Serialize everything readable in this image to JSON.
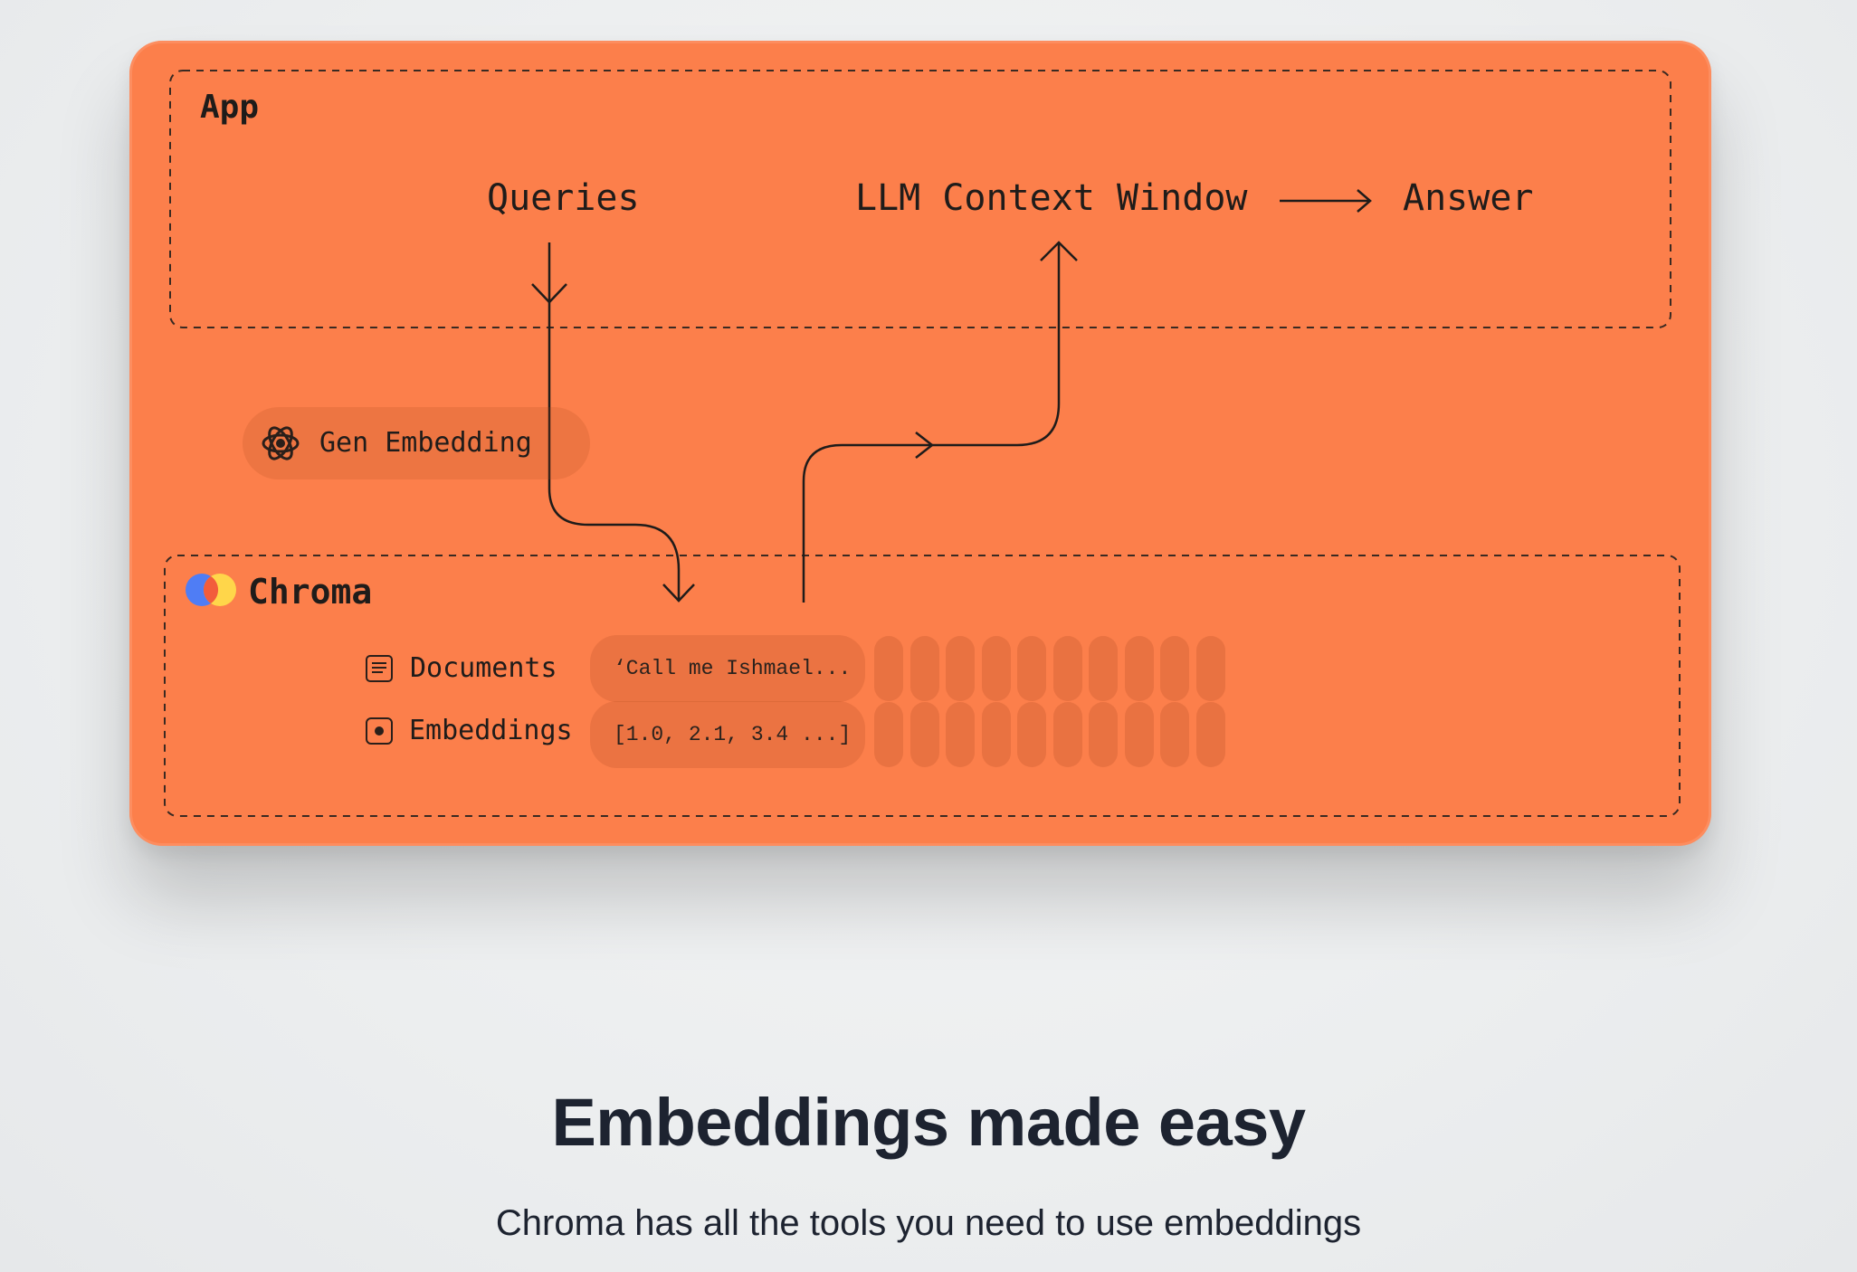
{
  "app": {
    "title": "App",
    "flow": {
      "queries": "Queries",
      "context_window": "LLM Context Window",
      "answer": "Answer"
    }
  },
  "embedding_step": {
    "label": "Gen Embedding",
    "icon": "openai-icon"
  },
  "chroma": {
    "title": "Chroma",
    "logo": "chroma-logo",
    "rows": [
      {
        "label": "Documents",
        "icon": "document-icon",
        "value": "‘Call me Ishmael..."
      },
      {
        "label": "Embeddings",
        "icon": "embedding-icon",
        "value": "[1.0, 2.1, 3.4 ...]"
      }
    ],
    "additional_columns": 10
  },
  "hero": {
    "headline": "Embeddings made easy",
    "subline": "Chroma has all the tools you need to use embeddings"
  },
  "colors": {
    "card": "#fc7f4b",
    "ink": "#1f1c1a",
    "headline": "#1d2330",
    "chroma_blue": "#4f7df5",
    "chroma_yellow": "#ffd64a",
    "chroma_red": "#f25c3c"
  }
}
